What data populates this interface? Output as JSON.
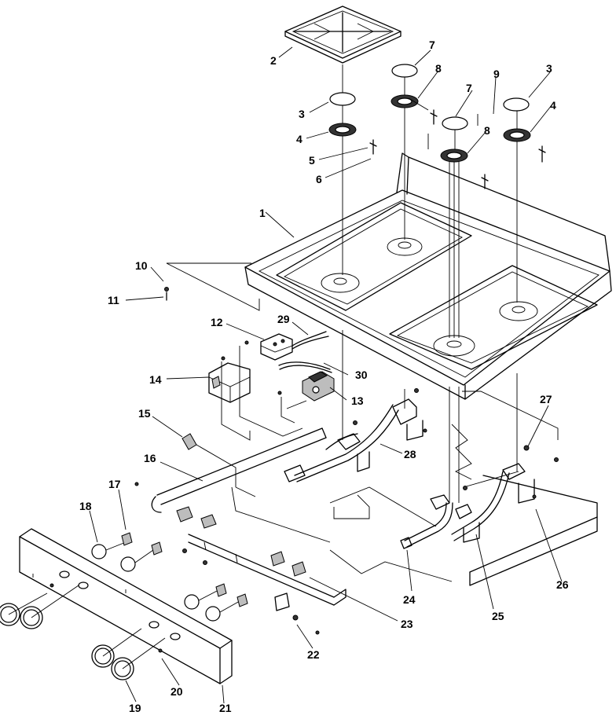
{
  "labels": [
    "1",
    "2",
    "3",
    "4",
    "5",
    "6",
    "7",
    "8",
    "9",
    "10",
    "11",
    "12",
    "13",
    "14",
    "15",
    "16",
    "17",
    "18",
    "19",
    "20",
    "21",
    "22",
    "23",
    "24",
    "25",
    "26",
    "27",
    "28",
    "29",
    "30"
  ],
  "duplicates": {
    "d3": "3",
    "d4": "4",
    "d7": "7",
    "d8": "8"
  }
}
